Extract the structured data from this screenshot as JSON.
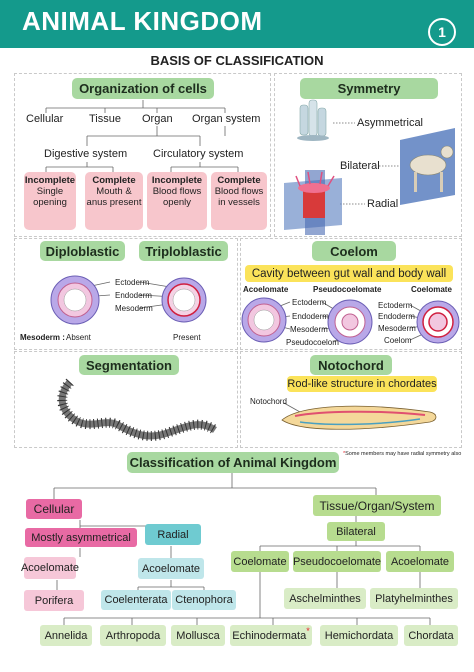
{
  "header": {
    "title": "ANIMAL KINGDOM",
    "page_number": "1",
    "color": "#149a8c"
  },
  "subtitle": "BASIS OF CLASSIFICATION",
  "organization": {
    "title": "Organization of cells",
    "levels": [
      "Cellular",
      "Tissue",
      "Organ",
      "Organ system"
    ],
    "digestive": "Digestive system",
    "circulatory": "Circulatory system",
    "boxes": [
      {
        "head": "Incomplete",
        "body": "Single opening"
      },
      {
        "head": "Complete",
        "body": "Mouth & anus present"
      },
      {
        "head": "Incomplete",
        "body": "Blood flows openly"
      },
      {
        "head": "Complete",
        "body": "Blood flows in vessels"
      }
    ]
  },
  "symmetry": {
    "title": "Symmetry",
    "asym": "Asymmetrical",
    "bilateral": "Bilateral",
    "radial": "Radial"
  },
  "germ": {
    "diplo": "Diploblastic",
    "triplo": "Triploblastic",
    "ectoderm": "Ectoderm",
    "endoderm": "Endoderm",
    "mesoderm": "Mesoderm",
    "meso_label": "Mesoderm :",
    "absent": "Absent",
    "present": "Present"
  },
  "coelom": {
    "title": "Coelom",
    "definition": "Cavity between gut wall and body wall",
    "acoelomate": "Acoelomate",
    "pseudo": "Pseudocoelomate",
    "coelomate": "Coelomate",
    "ectoderm": "Ectoderm",
    "endoderm": "Endoderm",
    "mesoderm": "Mesoderm",
    "pseudocoelom": "Pseudocoelom",
    "coelom": "Coelom"
  },
  "segmentation": {
    "title": "Segmentation"
  },
  "notochord": {
    "title": "Notochord",
    "definition": "Rod-like structure in chordates",
    "label": "Notochord"
  },
  "classification": {
    "title": "Classification of Animal Kingdom",
    "note": "Some members may have radial symmetry also",
    "star": "*",
    "cellular": "Cellular",
    "mostly_asym": "Mostly asymmetrical",
    "acoelomate_left": "Acoelomate",
    "porifera": "Porifera",
    "radial": "Radial",
    "acoelomate_radial": "Acoelomate",
    "coelenterata": "Coelenterata",
    "ctenophora": "Ctenophora",
    "tissue": "Tissue/Organ/System",
    "bilateral": "Bilateral",
    "coelomate": "Coelomate",
    "pseudocoelomate": "Pseudocoelomate",
    "acoelomate_right": "Acoelomate",
    "aschelminthes": "Aschelminthes",
    "platyhelminthes": "Platyhelminthes",
    "phyla": [
      "Annelida",
      "Arthropoda",
      "Mollusca",
      "Echinodermata",
      "Hemichordata",
      "Chordata"
    ]
  }
}
